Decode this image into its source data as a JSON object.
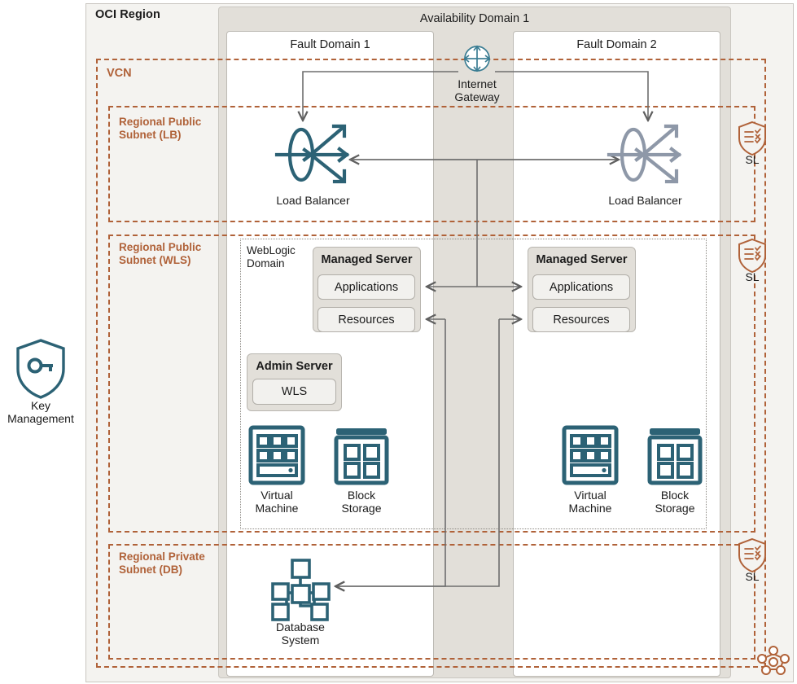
{
  "diagram": {
    "title": "OCI Region",
    "colors": {
      "orange": "#b06239",
      "teal": "#2c6275",
      "gray_blue": "#8e98a8",
      "box_gray": "#e2dfd9",
      "region_bg": "#f4f3f0",
      "line": "#6e6e6e"
    }
  },
  "region": {
    "label": "OCI Region"
  },
  "availability_domain": {
    "label": "Availability Domain 1"
  },
  "fault_domains": [
    {
      "label": "Fault Domain 1"
    },
    {
      "label": "Fault Domain 2"
    }
  ],
  "vcn": {
    "label": "VCN"
  },
  "subnets": [
    {
      "label": "Regional Public\nSubnet (LB)",
      "line1": "Regional Public",
      "line2": "Subnet (LB)"
    },
    {
      "label": "Regional Public\nSubnet (WLS)",
      "line1": "Regional Public",
      "line2": "Subnet (WLS)"
    },
    {
      "label": "Regional Private\nSubnet (DB)",
      "line1": "Regional Private",
      "line2": "Subnet (DB)"
    }
  ],
  "weblogic_domain": {
    "line1": "WebLogic",
    "line2": "Domain"
  },
  "internet_gateway": {
    "line1": "Internet",
    "line2": "Gateway",
    "icon": "internet-gateway-icon"
  },
  "load_balancers": [
    {
      "label": "Load Balancer",
      "icon": "load-balancer-icon",
      "state": "active",
      "color": "#2c6275"
    },
    {
      "label": "Load Balancer",
      "icon": "load-balancer-icon",
      "state": "standby",
      "color": "#8e98a8"
    }
  ],
  "managed_servers": [
    {
      "title": "Managed Server",
      "items": [
        "Applications",
        "Resources"
      ]
    },
    {
      "title": "Managed Server",
      "items": [
        "Applications",
        "Resources"
      ]
    }
  ],
  "admin_server": {
    "title": "Admin Server",
    "item": "WLS"
  },
  "compute": [
    {
      "line1": "Virtual",
      "line2": "Machine",
      "icon": "virtual-machine-icon"
    },
    {
      "line1": "Block",
      "line2": "Storage",
      "icon": "block-storage-icon"
    },
    {
      "line1": "Virtual",
      "line2": "Machine",
      "icon": "virtual-machine-icon"
    },
    {
      "line1": "Block",
      "line2": "Storage",
      "icon": "block-storage-icon"
    }
  ],
  "database": {
    "line1": "Database",
    "line2": "System",
    "icon": "database-system-icon"
  },
  "key_management": {
    "line1": "Key",
    "line2": "Management",
    "icon": "key-shield-icon"
  },
  "security_lists": [
    {
      "label": "SL",
      "icon": "security-list-shield-icon"
    },
    {
      "label": "SL",
      "icon": "security-list-shield-icon"
    },
    {
      "label": "SL",
      "icon": "security-list-shield-icon"
    }
  ],
  "service_gateway": {
    "icon": "service-network-icon"
  }
}
